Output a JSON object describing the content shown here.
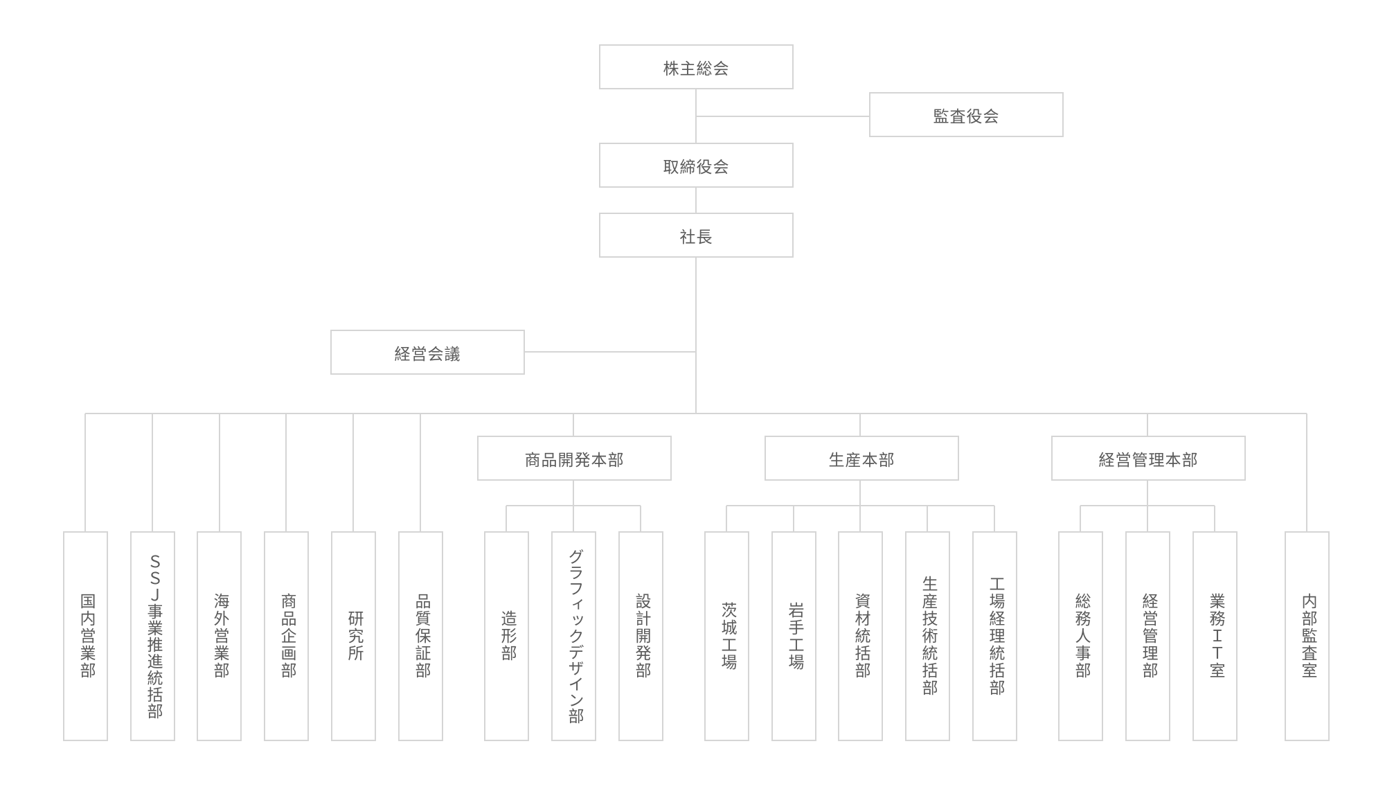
{
  "top": {
    "shareholders": "株主総会",
    "auditors": "監査役会",
    "board": "取締役会",
    "president": "社長",
    "management_meeting": "経営会議"
  },
  "headquarters": {
    "product_dev": "商品開発本部",
    "production": "生産本部",
    "management_admin": "経営管理本部"
  },
  "departments": {
    "domestic_sales": "国内営業部",
    "ssj": "ＳＳＪ事業推進統括部",
    "overseas_sales": "海外営業部",
    "product_planning": "商品企画部",
    "research": "研究所",
    "quality": "品質保証部",
    "modeling": "造形部",
    "graphic_design": "グラフィックデザイン部",
    "design_dev": "設計開発部",
    "ibaraki_factory": "茨城工場",
    "iwate_factory": "岩手工場",
    "materials": "資材統括部",
    "production_tech": "生産技術統括部",
    "factory_accounting": "工場経理統括部",
    "general_affairs": "総務人事部",
    "business_mgmt": "経営管理部",
    "business_it": "業務ＩＴ室",
    "internal_audit": "内部監査室"
  }
}
